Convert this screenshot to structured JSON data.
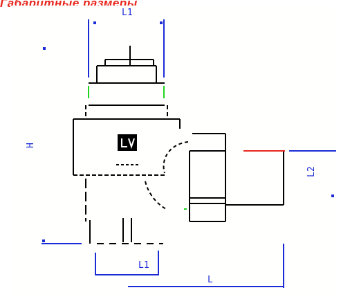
{
  "header": {
    "title": "Габаритные размеры"
  },
  "drawing": {
    "line_colors": {
      "outline": "#000000",
      "dimension": "#1a2bd6",
      "highlight_red": "#e8261c",
      "highlight_green": "#1fd61f"
    },
    "dimension_labels": {
      "top": "L1",
      "left": "H",
      "right": "L2",
      "bottom": "L"
    }
  }
}
